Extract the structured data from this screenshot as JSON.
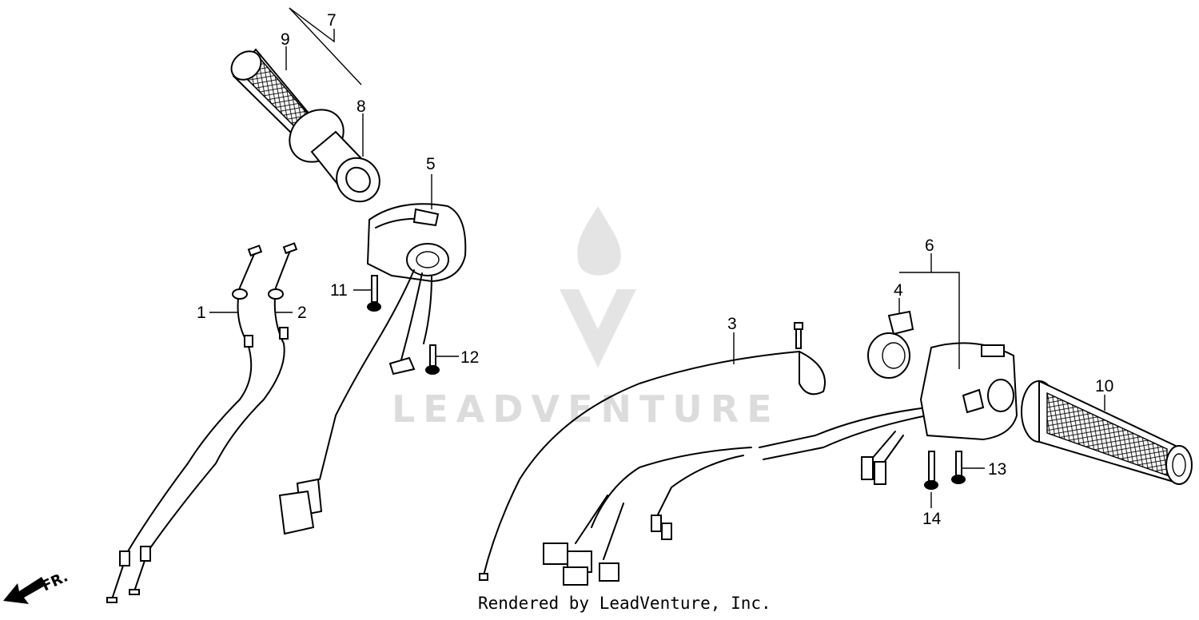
{
  "diagram": {
    "callouts": [
      {
        "id": "1",
        "label": "1"
      },
      {
        "id": "2",
        "label": "2"
      },
      {
        "id": "3",
        "label": "3"
      },
      {
        "id": "4",
        "label": "4"
      },
      {
        "id": "5",
        "label": "5"
      },
      {
        "id": "6",
        "label": "6"
      },
      {
        "id": "7",
        "label": "7"
      },
      {
        "id": "8",
        "label": "8"
      },
      {
        "id": "9",
        "label": "9"
      },
      {
        "id": "10",
        "label": "10"
      },
      {
        "id": "11",
        "label": "11"
      },
      {
        "id": "12",
        "label": "12"
      },
      {
        "id": "13",
        "label": "13"
      },
      {
        "id": "14",
        "label": "14"
      }
    ],
    "direction_label": "FR.",
    "watermark": "LEADVENTURE",
    "credit": "Rendered by LeadVenture, Inc."
  }
}
